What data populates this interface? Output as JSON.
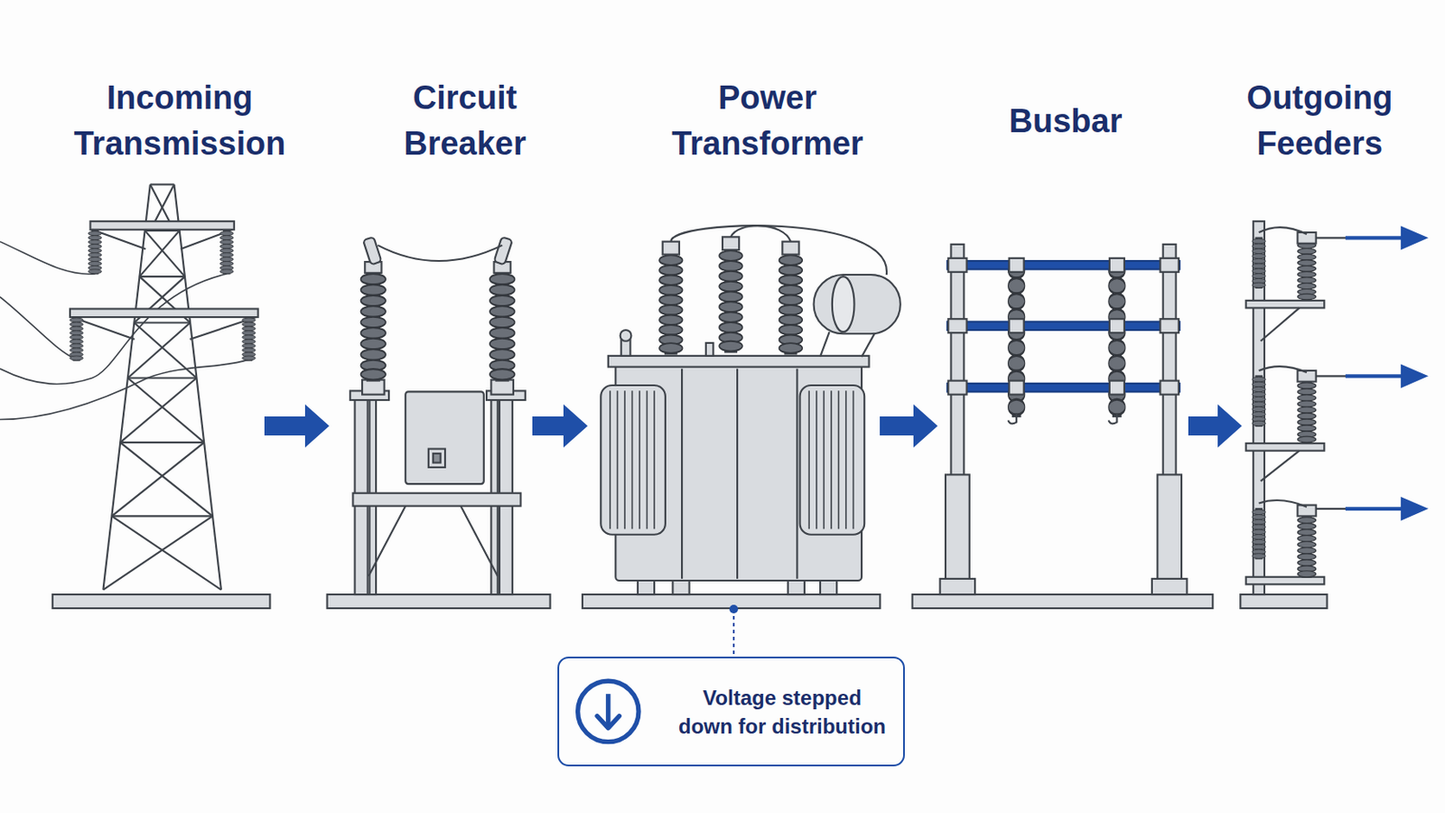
{
  "diagram": {
    "nodes": [
      {
        "text": [
          "Incoming Transmission"
        ]
      },
      {
        "text": [
          "Circuit Breaker"
        ]
      },
      {
        "text": [
          "Power Transformer"
        ]
      },
      {
        "text": [
          "Busbar"
        ]
      },
      {
        "text": [
          "Outgoing Feeders"
        ]
      },
      {
        "text": [
          "Voltage stepped down for distribution"
        ]
      }
    ],
    "edges": [
      {
        "from": 0,
        "to": 1,
        "arrow": "to"
      },
      {
        "from": 1,
        "to": 2,
        "arrow": "to"
      },
      {
        "from": 2,
        "to": 3,
        "arrow": "to"
      },
      {
        "from": 3,
        "to": 4,
        "arrow": "to"
      },
      {
        "from": 2,
        "to": 5,
        "arrow": "none"
      }
    ]
  }
}
